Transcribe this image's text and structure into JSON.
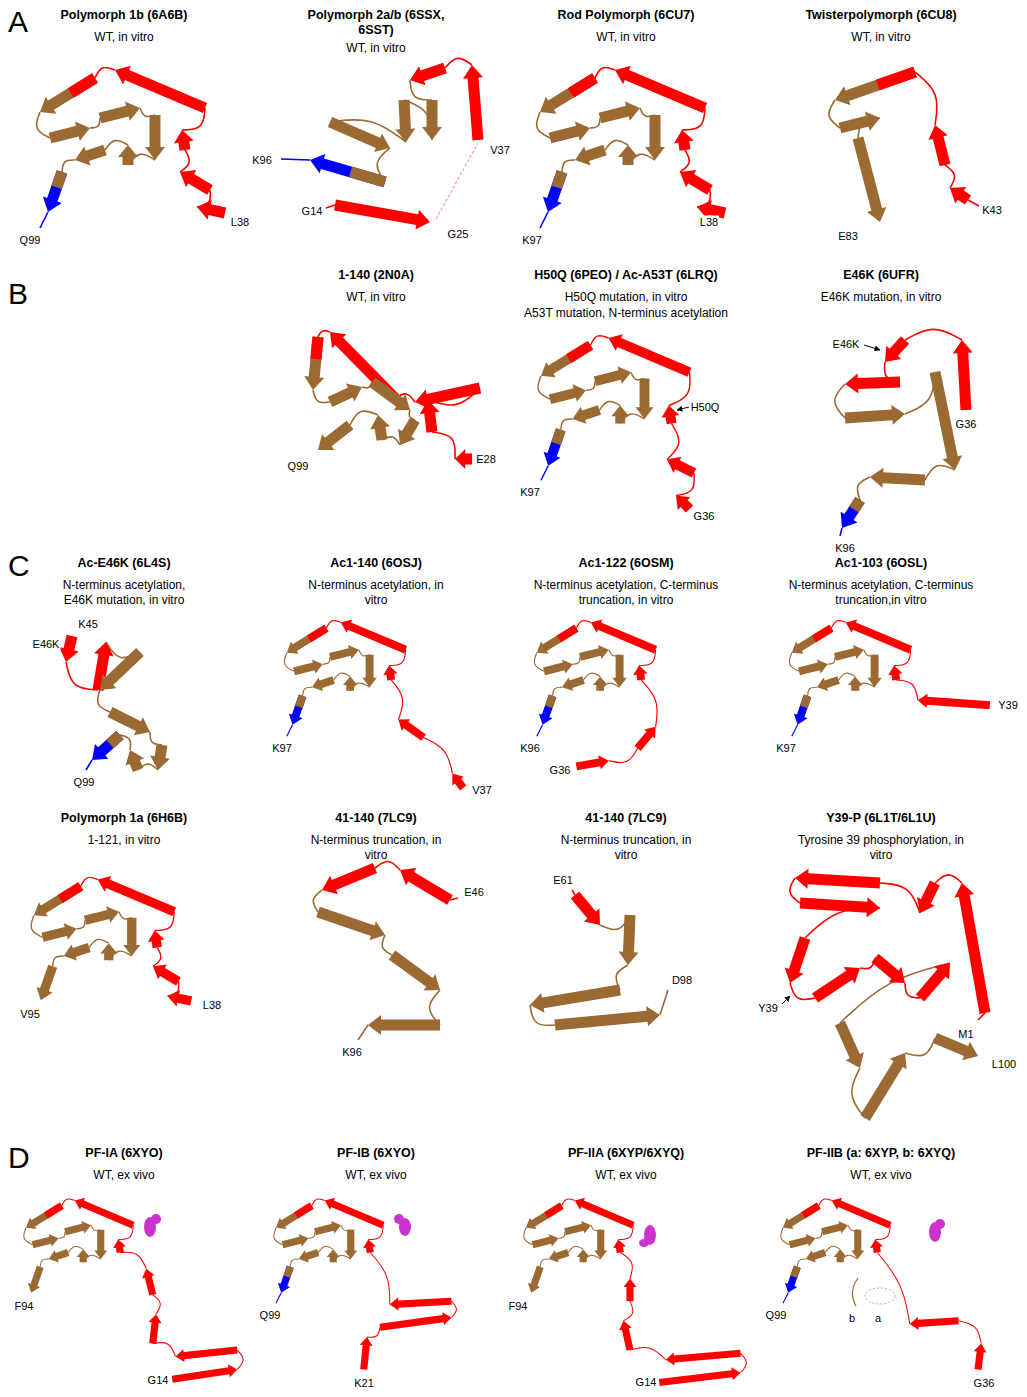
{
  "diagram": {
    "labels": [
      "A",
      "Polymorph 1b (6A6B)",
      "WT, in vitro",
      "Q99",
      "L38",
      "Polymorph 2a/b (6SSX, 6SST)",
      "WT, in vitro",
      "K96",
      "G14",
      "V37",
      "G25",
      "Rod Polymorph (6CU7)",
      "WT, in vitro",
      "K97",
      "L38",
      "Twisterpolymorph (6CU8)",
      "WT, in vitro",
      "E83",
      "K43",
      "1-140 (2N0A)",
      "WT, in vitro",
      "Q99",
      "E28",
      "B",
      "H50Q (6PEO) / Ac-A53T (6LRQ)",
      "H50Q mutation, in vitro",
      "A53T mutation, N-terminus acetylation",
      "H50Q",
      "K97",
      "G36",
      "E46K (6UFR)",
      "E46K mutation, in vitro",
      "E46K",
      "G36",
      "K96",
      "C",
      "Ac-E46K (6L4S)",
      "N-terminus acetylation, E46K mutation, in vitro",
      "K45",
      "E46K",
      "Q99",
      "Ac1-140 (6OSJ)",
      "N-terminus acetylation, in vitro",
      "K97",
      "V37",
      "Ac1-122 (6OSM)",
      "N-terminus acetylation, C-terminus truncation, in vitro",
      "K96",
      "G36",
      "Ac1-103 (6OSL)",
      "N-terminus acetylation, C-terminus truncation,in vitro",
      "Y39",
      "K97",
      "Polymorph 1a (6H6B)",
      "1-121, in vitro",
      "V95",
      "L38",
      "41-140 (7LC9)",
      "N-terminus truncation, in vitro",
      "E46",
      "K96",
      "41-140 (7LC9)",
      "N-terminus truncation, in vitro",
      "E61",
      "D98",
      "Y39-P (6L1T/6L1U)",
      "Tyrosine 39 phosphorylation, in vitro",
      "Y39",
      "M1",
      "L100",
      "D",
      "PF-IA (6XYO)",
      "WT, ex vivo",
      "F94",
      "G14",
      "PF-IB (6XYO)",
      "WT, ex vivo",
      "Q99",
      "K21",
      "PF-IIA (6XYP/6XYQ)",
      "WT, ex vivo",
      "F94",
      "G14",
      "PF-IIB (a: 6XYP, b: 6XYQ)",
      "WT, ex vivo",
      "Q99",
      "b",
      "a",
      "G36"
    ]
  }
}
